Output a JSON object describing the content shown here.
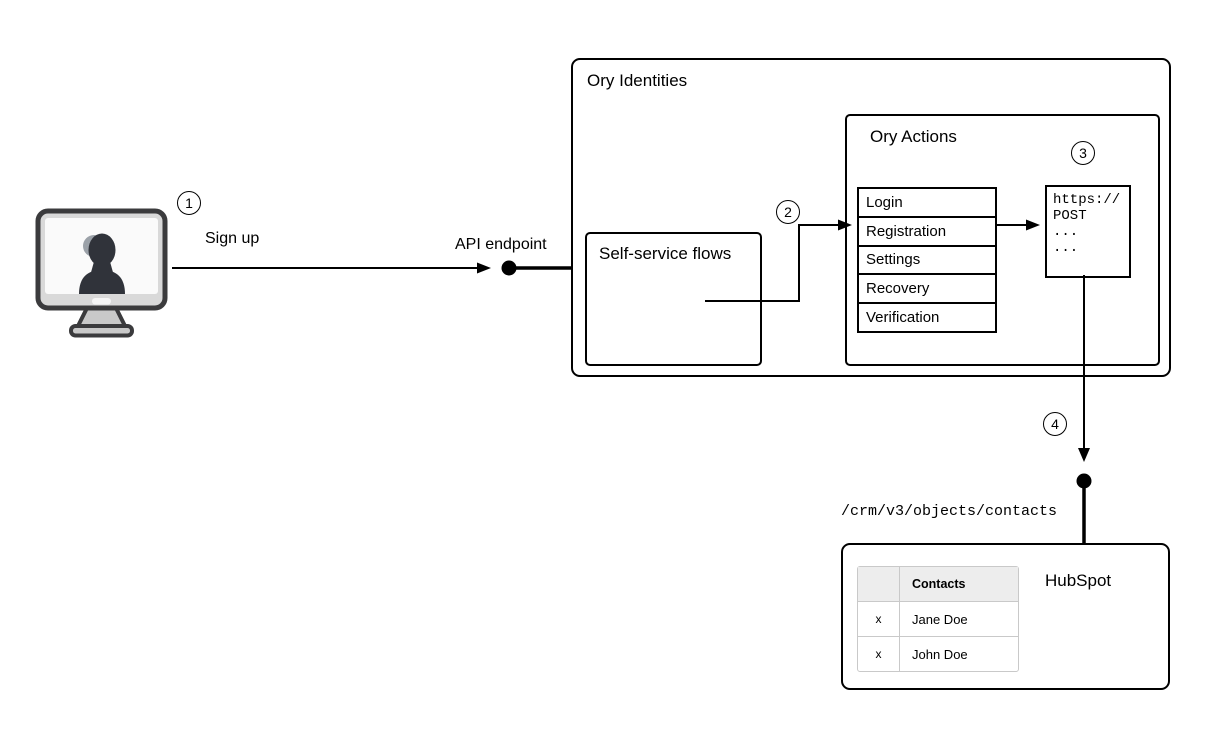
{
  "badges": {
    "step1": "1",
    "step2": "2",
    "step3": "3",
    "step4": "4"
  },
  "labels": {
    "sign_up": "Sign up",
    "api_endpoint": "API endpoint",
    "crm_path": "/crm/v3/objects/contacts"
  },
  "user_device": {
    "icon": "user-computer-icon"
  },
  "ory_identities": {
    "title": "Ory Identities",
    "self_service_flows": {
      "title": "Self-service flows"
    },
    "ory_actions": {
      "title": "Ory Actions",
      "flows": [
        "Login",
        "Registration",
        "Settings",
        "Recovery",
        "Verification"
      ],
      "webhook": {
        "lines": [
          "https://",
          "POST",
          "...",
          "..."
        ]
      }
    }
  },
  "hubspot": {
    "title": "HubSpot",
    "contacts_table": {
      "header": "Contacts",
      "rows": [
        {
          "mark": "x",
          "name": "Jane Doe"
        },
        {
          "mark": "x",
          "name": "John Doe"
        }
      ]
    }
  },
  "colors": {
    "line": "#000000",
    "table_border": "#c9c9c9",
    "table_header_bg": "#ededed",
    "icon_outline": "#3b3b3d",
    "icon_body": "#d9d9d9",
    "icon_person": "#30333a"
  }
}
